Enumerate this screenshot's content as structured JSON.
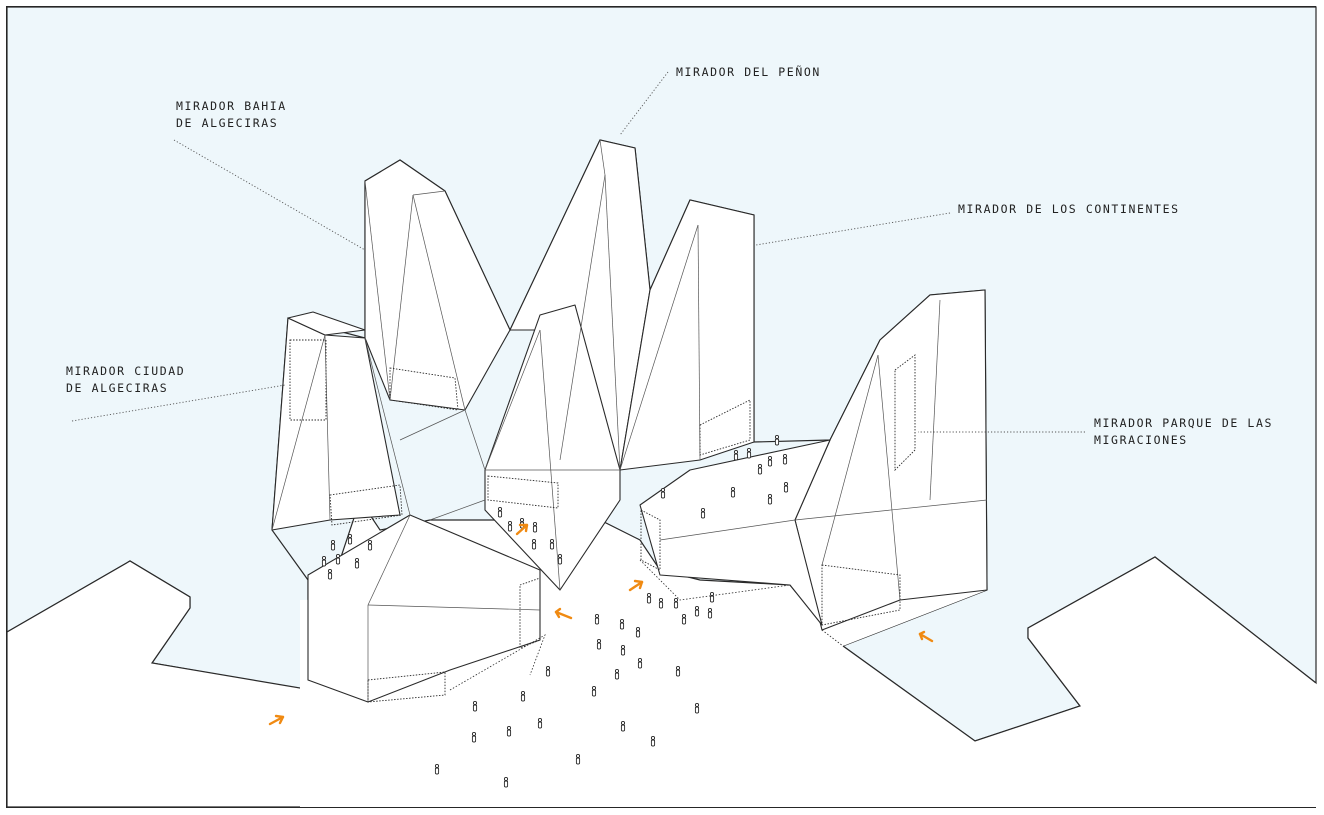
{
  "labels": {
    "penon": "MIRADOR DEL PEÑON",
    "bahia_1": "MIRADOR BAHIA",
    "bahia_2": "DE ALGECIRAS",
    "continentes": "MIRADOR DE LOS CONTINENTES",
    "ciudad_1": "MIRADOR CIUDAD",
    "ciudad_2": "DE ALGECIRAS",
    "parque_1": "MIRADOR PARQUE DE LAS",
    "parque_2": "MIGRACIONES"
  },
  "colors": {
    "sea": "#eef7fb",
    "land": "#ffffff",
    "line": "#2a2a2a",
    "thin_line": "#7a7a7a",
    "arrow": "#f08a12"
  }
}
